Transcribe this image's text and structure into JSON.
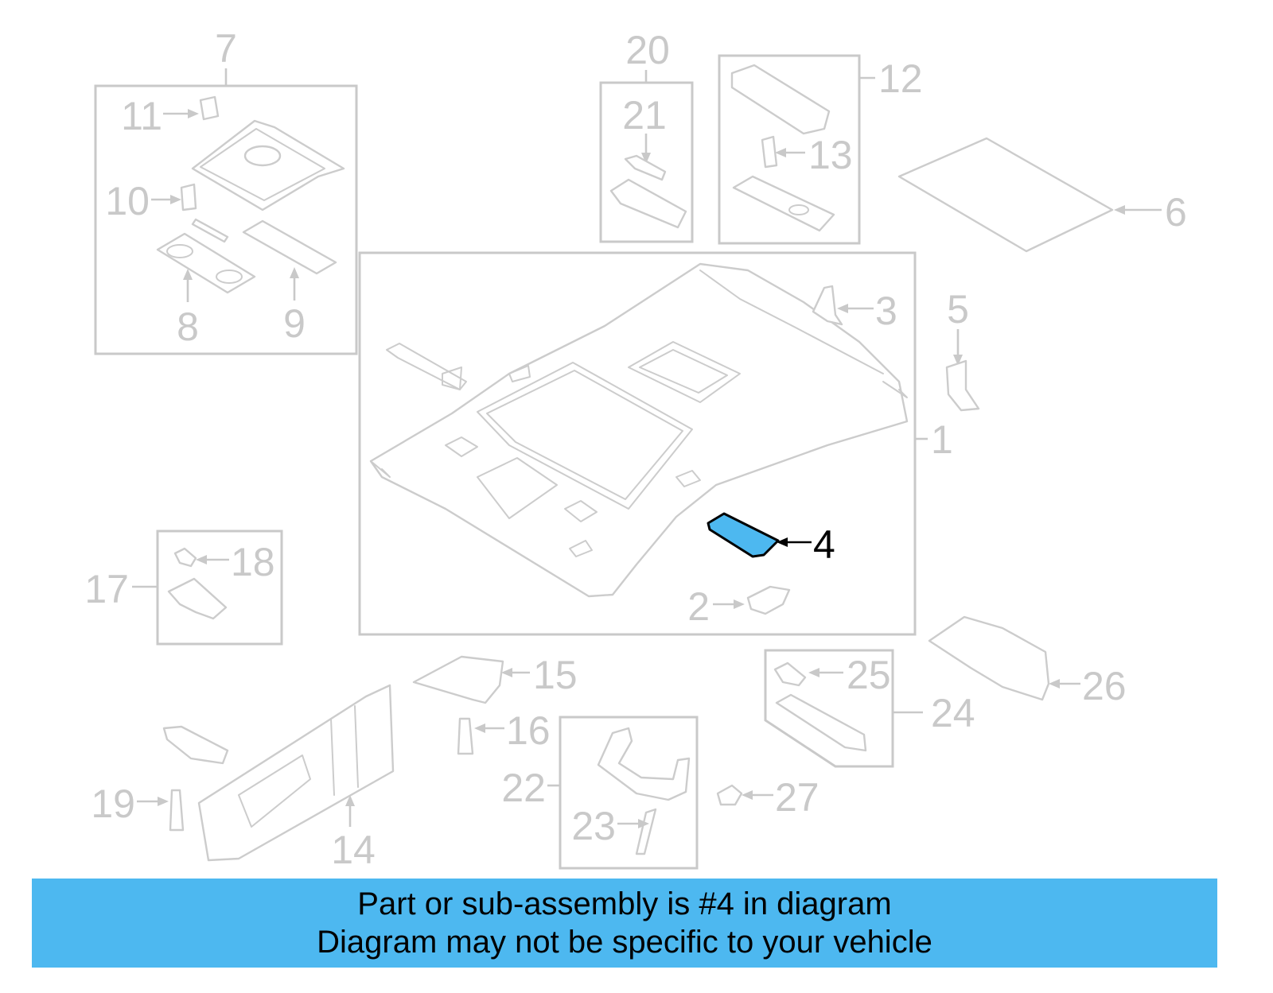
{
  "diagram": {
    "highlighted_part": "4",
    "callouts": {
      "c1": "1",
      "c2": "2",
      "c3": "3",
      "c4": "4",
      "c5": "5",
      "c6": "6",
      "c7": "7",
      "c8": "8",
      "c9": "9",
      "c10": "10",
      "c11": "11",
      "c12": "12",
      "c13": "13",
      "c14": "14",
      "c15": "15",
      "c16": "16",
      "c17": "17",
      "c18": "18",
      "c19": "19",
      "c20": "20",
      "c21": "21",
      "c22": "22",
      "c23": "23",
      "c24": "24",
      "c25": "25",
      "c26": "26",
      "c27": "27"
    },
    "colors": {
      "line_gray": "#c9c9c9",
      "highlight_fill": "#4db8f0",
      "banner_bg": "#4db8f0",
      "text_active": "#000000"
    }
  },
  "banner": {
    "line1": "Part or sub-assembly is #4 in diagram",
    "line2": "Diagram may not be specific to your vehicle"
  }
}
